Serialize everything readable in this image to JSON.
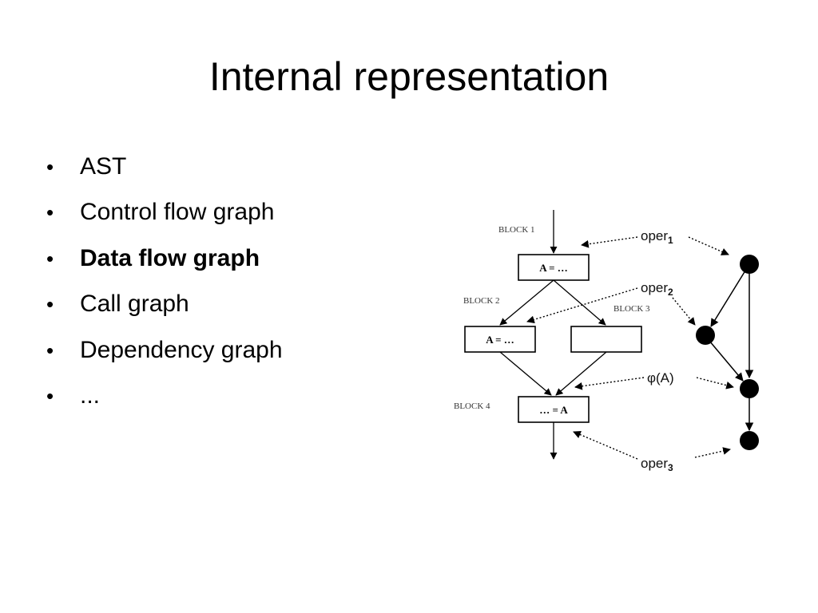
{
  "slide": {
    "title": "Internal representation",
    "bullets": [
      {
        "label": "AST",
        "bold": false
      },
      {
        "label": "Control flow graph",
        "bold": false
      },
      {
        "label": "Data flow graph",
        "bold": true
      },
      {
        "label": "Call graph",
        "bold": false
      },
      {
        "label": "Dependency graph",
        "bold": false
      },
      {
        "label": "...",
        "bold": false
      }
    ],
    "bullet_glyph": "•"
  },
  "diagram": {
    "block_labels": {
      "block1": "BLOCK 1",
      "block2": "BLOCK 2",
      "block3": "BLOCK 3",
      "block4": "BLOCK 4"
    },
    "box_texts": {
      "box1": "A = …",
      "box2": "A = …",
      "box3": "",
      "box4": "… = A"
    },
    "annotations": {
      "oper1": {
        "base": "oper",
        "sub": "1"
      },
      "oper2": {
        "base": "oper",
        "sub": "2"
      },
      "phi": "φ(A)",
      "oper3": {
        "base": "oper",
        "sub": "3"
      }
    }
  }
}
